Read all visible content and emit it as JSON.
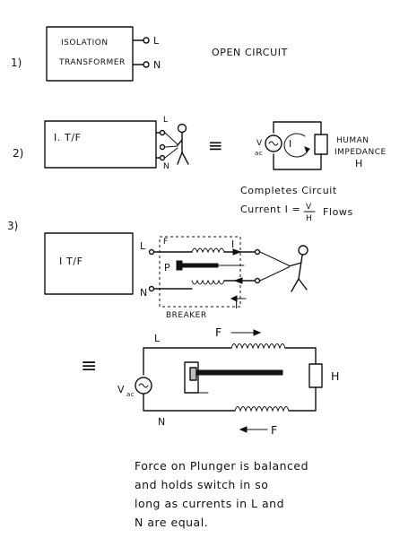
{
  "step1": {
    "number": "1)",
    "box_line1": "ISOLATION",
    "box_line2": "TRANSFORMER",
    "terminal_l": "L",
    "terminal_n": "N",
    "caption": "OPEN CIRCUIT"
  },
  "step2": {
    "number": "2)",
    "box_label": "I. T/F",
    "terminal_l": "L",
    "terminal_n": "N",
    "equiv": "≡",
    "source_v": "V",
    "source_sub": "ac",
    "loop_i": "I",
    "load_line1": "HUMAN",
    "load_line2": "IMPEDANCE",
    "load_line3": "H",
    "note1": "Completes Circuit",
    "note2_pre": "Current I =",
    "note2_num": "V",
    "note2_den": "H",
    "note2_post": "Flows"
  },
  "step3": {
    "number": "3)",
    "box_label": "I T/F",
    "terminal_l": "L",
    "terminal_n": "N",
    "force_top": "F",
    "force_bottom": "F",
    "plunger": "P",
    "current_top": "I",
    "current_bottom": "I",
    "breaker": "BREAKER"
  },
  "step4": {
    "equiv": "≡",
    "terminal_l": "L",
    "terminal_n": "N",
    "source_v": "V",
    "source_sub": "ac",
    "force_top": "F",
    "force_bottom": "F",
    "load": "H",
    "note_line1": "Force on Plunger is balanced",
    "note_line2": "and holds switch in so",
    "note_line3": "long as currents in L and",
    "note_line4": "N are equal."
  }
}
